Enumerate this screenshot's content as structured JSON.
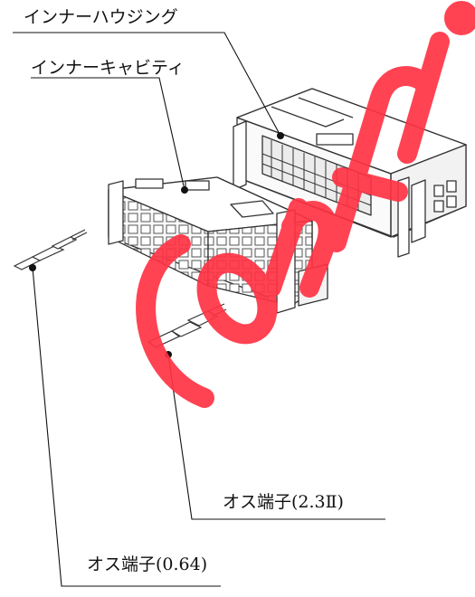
{
  "labels": {
    "inner_housing": "インナーハウジング",
    "inner_cavity": "インナーキャビティ",
    "male_terminal_23": "オス端子(2.3Ⅱ)",
    "male_terminal_064": "オス端子(0.64)"
  },
  "watermark": {
    "color": "#ff3344",
    "text": "Confi"
  }
}
